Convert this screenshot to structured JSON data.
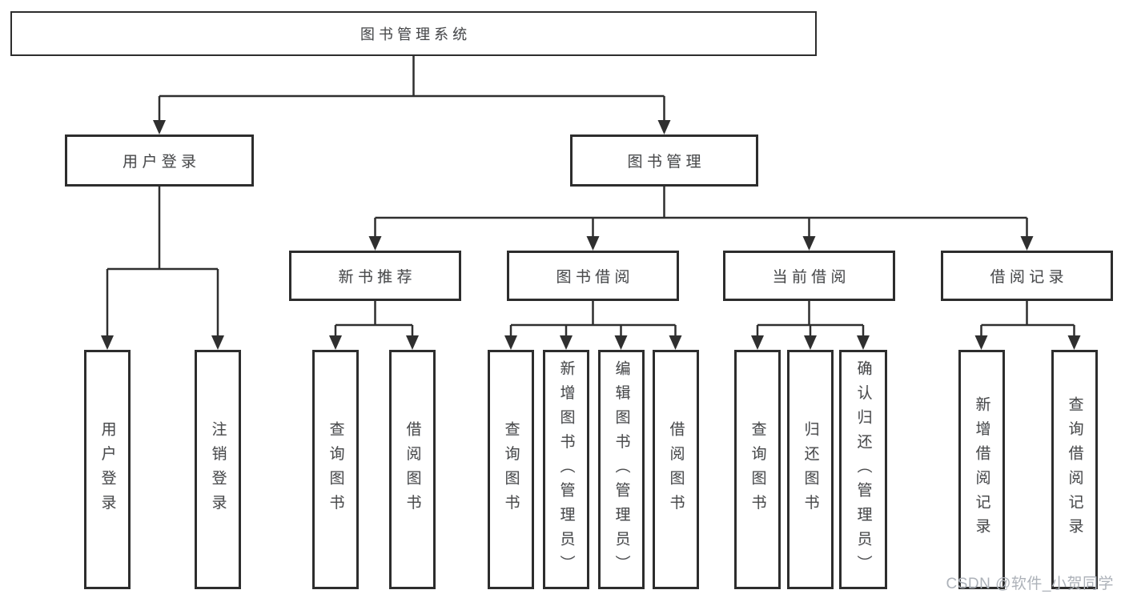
{
  "diagram_type": "hierarchy-tree",
  "colors": {
    "line": "#2f2f2f",
    "box_border": "#2d2d2d",
    "text": "#4a4a4a",
    "background": "#ffffff",
    "watermark": "#adb2b9"
  },
  "tree": {
    "label": "图书管理系统",
    "children": [
      {
        "label": "用户登录",
        "children": [
          {
            "label": "用户登录"
          },
          {
            "label": "注销登录"
          }
        ]
      },
      {
        "label": "图书管理",
        "children": [
          {
            "label": "新书推荐",
            "children": [
              {
                "label": "查询图书"
              },
              {
                "label": "借阅图书"
              }
            ]
          },
          {
            "label": "图书借阅",
            "children": [
              {
                "label": "查询图书"
              },
              {
                "label": "新增图书（管理员）"
              },
              {
                "label": "编辑图书（管理员）"
              },
              {
                "label": "借阅图书"
              }
            ]
          },
          {
            "label": "当前借阅",
            "children": [
              {
                "label": "查询图书"
              },
              {
                "label": "归还图书"
              },
              {
                "label": "确认归还（管理员）"
              }
            ]
          },
          {
            "label": "借阅记录",
            "children": [
              {
                "label": "新增借阅记录"
              },
              {
                "label": "查询借阅记录"
              }
            ]
          }
        ]
      }
    ]
  },
  "watermark": {
    "text": "CSDN @软件_小贺同学"
  }
}
